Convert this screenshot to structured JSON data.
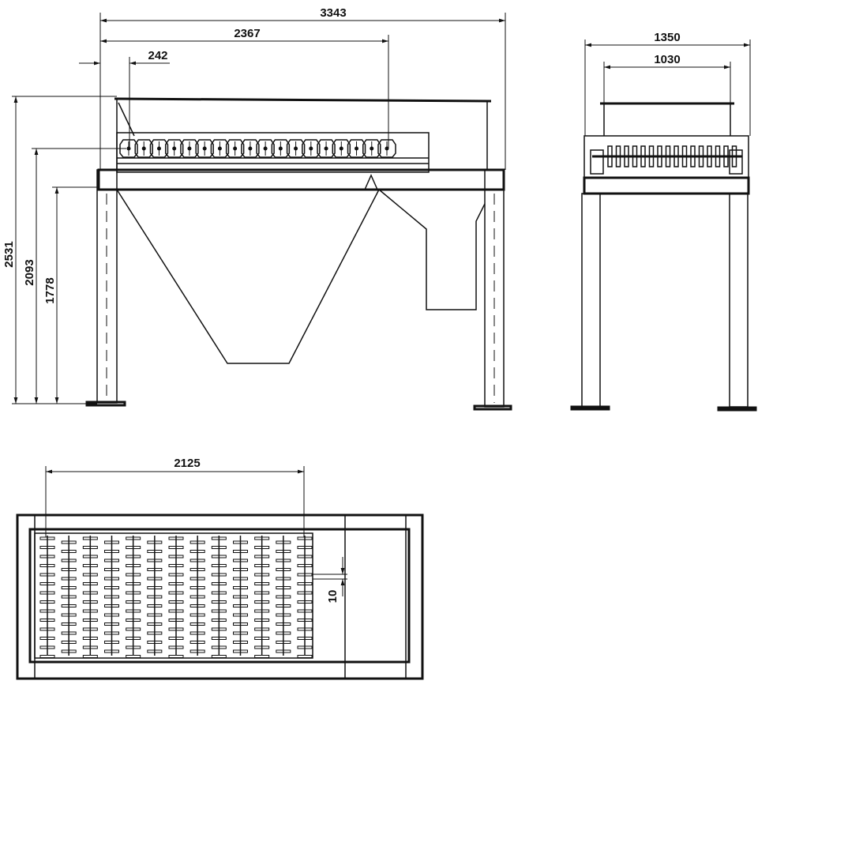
{
  "side_view": {
    "dim_overall_length": "3343",
    "dim_roller_length": "2367",
    "dim_offset": "242",
    "dim_total_height": "2531",
    "dim_roller_height": "2093",
    "dim_frame_height": "1778",
    "roller_count": 18
  },
  "front_view": {
    "dim_overall_width": "1350",
    "dim_inner_width": "1030"
  },
  "top_view": {
    "dim_screen_length": "2125",
    "dim_gap": "10"
  },
  "colors": {
    "ink": "#111111",
    "paper": "#ffffff"
  }
}
